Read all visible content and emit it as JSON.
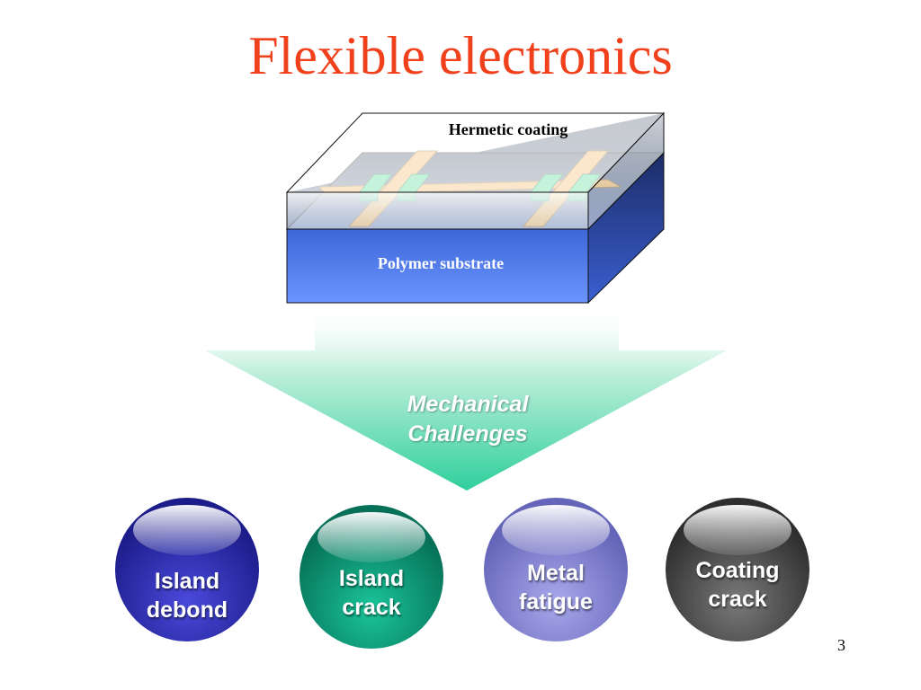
{
  "slide": {
    "title": "Flexible electronics",
    "page_number": "3"
  },
  "diagram": {
    "coating_label": "Hermetic coating",
    "substrate_label": "Polymer substrate",
    "arrow_label_line1": "Mechanical",
    "arrow_label_line2": "Challenges",
    "challenges": [
      {
        "line1": "Island",
        "line2": "debond",
        "color": "#2a2aa8"
      },
      {
        "line1": "Island",
        "line2": "crack",
        "color": "#0e9a78"
      },
      {
        "line1": "Metal",
        "line2": "fatigue",
        "color": "#8a8ad6"
      },
      {
        "line1": "Coating",
        "line2": "crack",
        "color": "#5c5c5c"
      }
    ]
  },
  "colors": {
    "title": "#f0401c",
    "substrate_top": "#3d66d8",
    "substrate_bottom": "#6b95ff",
    "metal_line": "#f0b050",
    "island": "#3ed488",
    "arrow": "#2ecf9b"
  }
}
